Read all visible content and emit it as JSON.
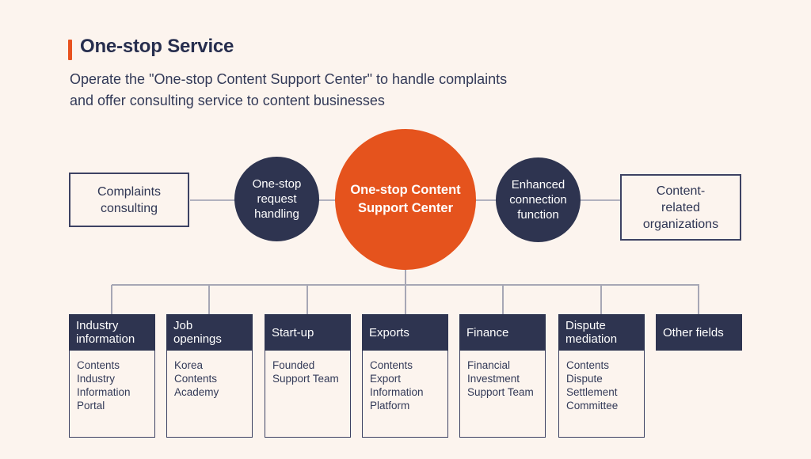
{
  "page": {
    "title": "One-stop Service",
    "subtitle": "Operate the \"One-stop Content Support Center\" to handle complaints\nand offer consulting service to content businesses"
  },
  "flow": {
    "left_box": "Complaints\nconsulting",
    "left_circle": "One-stop\nrequest\nhandling",
    "center_circle": "One-stop Content\nSupport Center",
    "right_circle": "Enhanced\nconnection\nfunction",
    "right_box": "Content-\nrelated\norganizations"
  },
  "fields": [
    {
      "title": "Industry\ninformation",
      "body": "Contents\nIndustry\nInformation\nPortal"
    },
    {
      "title": "Job\nopenings",
      "body": "Korea\nContents\nAcademy"
    },
    {
      "title": "Start-up",
      "body": "Founded\nSupport Team"
    },
    {
      "title": "Exports",
      "body": "Contents\nExport\nInformation\nPlatform"
    },
    {
      "title": "Finance",
      "body": "Financial\nInvestment\nSupport Team"
    },
    {
      "title": "Dispute\nmediation",
      "body": "Contents\nDispute\nSettlement\nCommittee"
    },
    {
      "title": "Other fields",
      "body": ""
    }
  ],
  "colors": {
    "background": "#fcf4ee",
    "navy": "#2e3450",
    "orange": "#e5531d",
    "accent_bar": "#e8521f",
    "connector": "#a7a7b5"
  }
}
